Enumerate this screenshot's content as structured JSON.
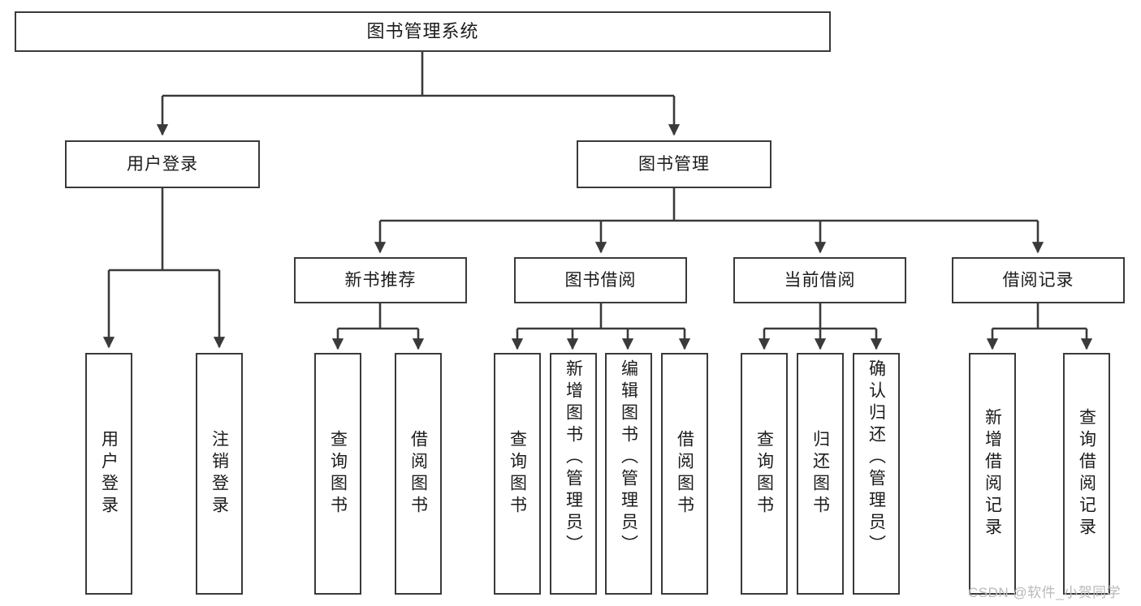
{
  "diagram": {
    "type": "tree",
    "title": "图书管理系统",
    "watermark": "CSDN @软件_小贺同学",
    "colors": {
      "box_border": "#3a3a3a",
      "box_fill": "#ffffff",
      "connector": "#3a3a3a",
      "text": "#1b1b1b",
      "watermark": "#b9b9b9",
      "background": "#ffffff"
    },
    "nodes": {
      "root": {
        "label": "图书管理系统"
      },
      "level2": [
        {
          "label": "用户登录"
        },
        {
          "label": "图书管理"
        }
      ],
      "level3": [
        {
          "label": "新书推荐"
        },
        {
          "label": "图书借阅"
        },
        {
          "label": "当前借阅"
        },
        {
          "label": "借阅记录"
        }
      ],
      "leaves": {
        "user_login": [
          {
            "label": "用户登录"
          },
          {
            "label": "注销登录"
          }
        ],
        "new_book_recommend": [
          {
            "label": "查询图书"
          },
          {
            "label": "借阅图书"
          }
        ],
        "book_borrow": [
          {
            "label": "查询图书"
          },
          {
            "label": "新增图书（管理员）"
          },
          {
            "label": "编辑图书（管理员）"
          },
          {
            "label": "借阅图书"
          }
        ],
        "current_borrow": [
          {
            "label": "查询图书"
          },
          {
            "label": "归还图书"
          },
          {
            "label": "确认归还（管理员）"
          }
        ],
        "borrow_record": [
          {
            "label": "新增借阅记录"
          },
          {
            "label": "查询借阅记录"
          }
        ]
      }
    }
  }
}
